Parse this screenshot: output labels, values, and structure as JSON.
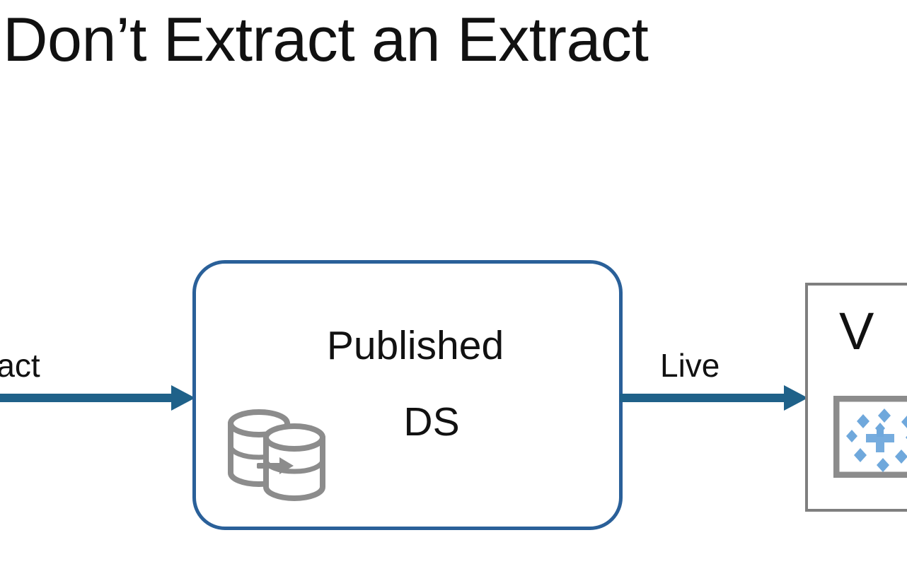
{
  "slide": {
    "title": "Don’t Extract an Extract",
    "background_color": "#ffffff"
  },
  "colors": {
    "arrow": "#1F6189",
    "node_border_blue": "#2A6099",
    "node_border_gray": "#7F7F7F",
    "icon_gray": "#8C8C8C",
    "icon_blue": "#6FA8DC",
    "text": "#111111"
  },
  "diagram": {
    "type": "flow",
    "nodes": [
      {
        "id": "published-ds",
        "title": "Published",
        "subtitle": "DS",
        "icon": "published-datasource-icon",
        "shape": "rounded-rectangle",
        "border_color": "#2A6099"
      },
      {
        "id": "viz",
        "title": "V",
        "icon": "scatter-viz-icon",
        "shape": "rectangle",
        "border_color": "#7F7F7F",
        "clipped": "right edge of slide"
      }
    ],
    "edges": [
      {
        "id": "extract-to-ds",
        "label": "ract",
        "full_label": "Extract",
        "from": "off-screen-left",
        "to": "published-ds",
        "direction": "right",
        "color": "#1F6189"
      },
      {
        "id": "ds-to-viz",
        "label": "Live",
        "from": "published-ds",
        "to": "viz",
        "direction": "right",
        "color": "#1F6189"
      }
    ]
  }
}
